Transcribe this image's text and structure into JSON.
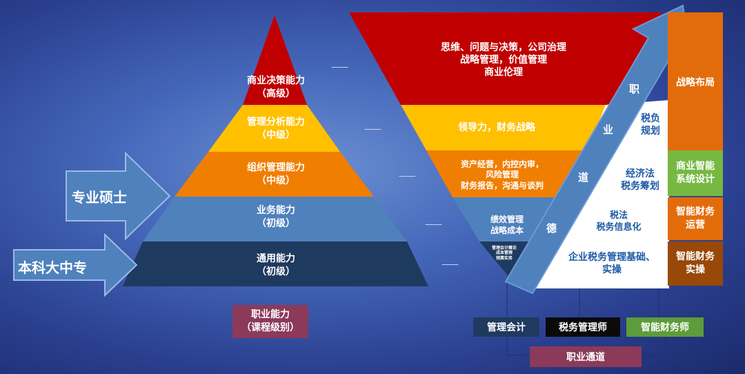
{
  "pyramid": {
    "levels": [
      {
        "line1": "商业决策能力",
        "line2": "（高级）"
      },
      {
        "line1": "管理分析能力",
        "line2": "（中级）"
      },
      {
        "line1": "组织管理能力",
        "line2": "（中级）"
      },
      {
        "line1": "业务能力",
        "line2": "（初级）"
      },
      {
        "line1": "通用能力",
        "line2": "（初级）"
      }
    ],
    "colors": [
      "#c00000",
      "#ffc000",
      "#f07e00",
      "#4f81bd",
      "#1f3a5f"
    ]
  },
  "entry_arrows": [
    {
      "label": "专业硕士"
    },
    {
      "label": "本科大中专"
    }
  ],
  "dashes": [
    "——",
    "——",
    "——",
    "——",
    "——"
  ],
  "funnel": {
    "levels": [
      {
        "lines": [
          "思维、问题与决策，公司治理",
          "战略管理，价值管理",
          "商业伦理"
        ]
      },
      {
        "lines": [
          "领导力，财务战略"
        ]
      },
      {
        "lines": [
          "资产经营，内控内审，",
          "风险管理",
          "财务报告，沟通与谈判"
        ]
      },
      {
        "lines": [
          "绩效管理",
          "战略成本"
        ]
      },
      {
        "lines": [
          "管理会计概论",
          "成本管理",
          "预算实务"
        ]
      }
    ]
  },
  "diagonal_arrow": {
    "chars": [
      "职",
      "业",
      "道",
      "德"
    ]
  },
  "tax_panel": {
    "items": [
      {
        "lines": [
          "税负",
          "规划"
        ]
      },
      {
        "lines": [
          "经济法",
          "税务筹划"
        ]
      },
      {
        "lines": [
          "税法",
          "税务信息化"
        ]
      },
      {
        "lines": [
          "企业税务管理基础、",
          "实操"
        ]
      }
    ]
  },
  "right_column": {
    "items": [
      {
        "lines": [
          "战略布局"
        ],
        "color": "#e36c0a"
      },
      {
        "lines": [
          "商业智能",
          "系统设计"
        ],
        "color": "#77b843"
      },
      {
        "lines": [
          "智能财务",
          "运营"
        ],
        "color": "#e36c0a"
      },
      {
        "lines": [
          "智能财务",
          "实操"
        ],
        "color": "#984807"
      }
    ]
  },
  "legend": {
    "vocational": {
      "line1": "职业能力",
      "line2": "（课程级别）"
    },
    "paths": [
      "管理会计",
      "税务管理师",
      "智能财务师"
    ],
    "career": "职业通道"
  }
}
